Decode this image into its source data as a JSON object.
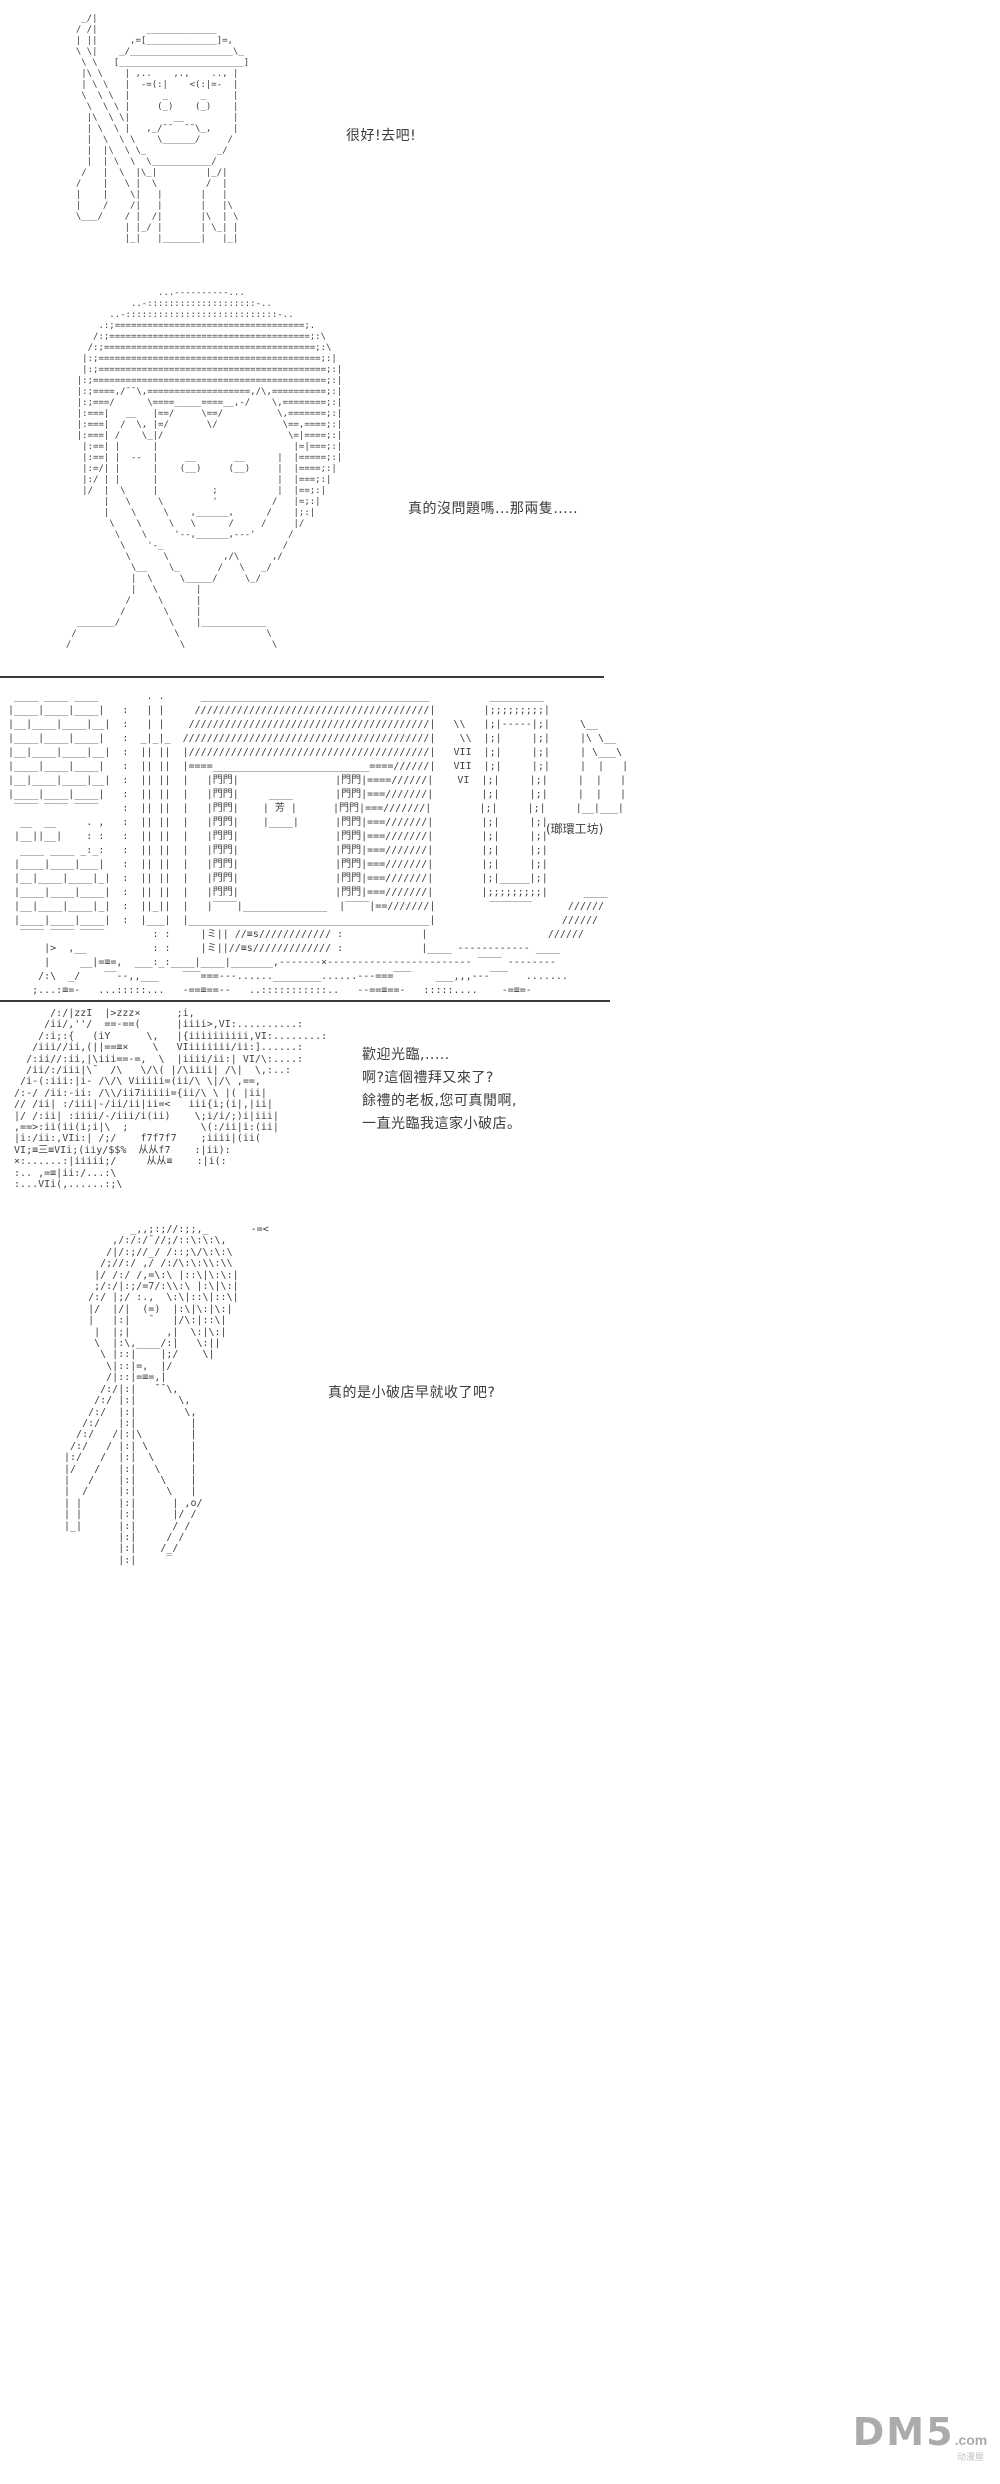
{
  "panels": {
    "p1": {
      "dialogue": "很好!去吧!",
      "art": [
        "   _/|",
        "  / /|         _____________",
        "  | ||      ,=[_____________]=,",
        "  \\ \\|    _/___________________\\_",
        "   \\ \\   [_______________________]",
        "   |\\ \\    | ,..    ,.,    .., |",
        "   | \\ \\   |  -=(:|    <(:|=-  |",
        "   \\  \\ \\  |      _      _     |",
        "    \\  \\ \\ |     (_)    (_)    |",
        "    |\\  \\ \\|        __         |",
        "    | \\  \\ |   ,_/¯¯  ¯¯\\_,    |",
        "    |  \\  \\ \\    \\______/     /",
        "    |  |\\  \\ \\_             _/",
        "    |  | \\  \\  \\___________/",
        "   /   |  \\  |\\_|         |_/|",
        "  /    |   \\ |  \\         /  |",
        "  |    |    \\|   |       |   |",
        "  |    /    /|   |       |   |\\",
        "  \\___/    / |  /|       |\\  | \\",
        "           | |_/ |       | \\_| |",
        "           |_|   |_______|   |_|"
      ]
    },
    "p2": {
      "dialogue": "真的沒問題嗎...那兩隻.....",
      "art": [
        "                        ...----------...",
        "                   ..-::::::::::::::::::::-..",
        "               ..-::::::::::::::::::::::::::::-..",
        "             .:;===================================;.",
        "            /:;=====================================;:\\",
        "           /:;=======================================;:\\",
        "          |:;=========================================;:|",
        "          |:;==========================================;:|",
        "         |:;===========================================;:|",
        "         |:;====,/¯¯\\,===================,/\\,==========;:|",
        "         |:;===/      \\====_____====__,-/    \\,========;:|",
        "         |:===|   __   |==/     \\==/          \\,=======;:|",
        "         |:===|  /  \\, |=/       \\/            \\==,====;:|",
        "         |:===| /    \\_|/                       \\=|====;:|",
        "          |:==| |      |                         |=|===;:|",
        "          |:==| |  --  |     __       __      |  |=====;:|",
        "          |:=/| |      |    (__)     (__)     |  |====;:|",
        "          |:/ | |      |                      |  |===;:|",
        "          |/  |  \\     |          ;           |  |==;:|",
        "              |   \\     \\         '          /   |=;:|",
        "              |    \\     \\    ,______,      /    |;:|",
        "               \\    \\     \\   \\      /     /     |/",
        "                \\    \\     '--,______,---'      /",
        "                 \\    '-_                      /",
        "                  \\      \\          ,/\\      ,/",
        "                   \\__    \\_       /   \\   _/",
        "                   |  \\     \\_____/     \\_/",
        "                   |   \\       |",
        "                  /     \\      |",
        "                 /       \\     |",
        "         _______/         \\    |____________",
        "        /                  \\                \\",
        "       /                    \\                \\"
      ]
    },
    "p3": {
      "label": "(瑯環工坊)",
      "art": [
        "  ____ ____ ____        . .      ______________________________________          _________",
        " |____|____|____|   :   | |     ///////////////////////////////////////|        |;;;;;;;;;|",
        " |__|____|____|__|  :   | |    ////////////////////////////////////////|   \\\\   |;|-----|;|     \\__",
        " |____|____|____|   :  _|_|_  /////////////////////////////////////////|    \\\\  |;|     |;|     |\\ \\__",
        " |__|____|____|__|  :  || ||  |////////////////////////////////////////|   VII  |;|     |;|     | \\___\\",
        " |____|____|____|   :  || ||  |====__________________________====//////|   VII  |;|     |;|     |  |   |",
        " |__|____|____|__|  :  || ||  |   |門門|                |門門|====//////|    VI  |;|     |;|     |  |   |",
        " |____|____|____|   :  || ||  |   |門門|     ____       |門門|===///////|        |;|     |;|     |  |   |",
        "  ‾‾‾‾ ‾‾‾‾ ‾‾‾‾    :  || ||  |   |門門|    | 芳 |      |門門|===///////|        |;|     |;|     |__|___|",
        "   __  __     . ,   :  || ||  |   |門門|    |____|      |門門|===///////|        |;|     |;|",
        "  |__||__|    : :   :  || ||  |   |門門|                |門門|===///////|        |;|     |;|",
        "   ____ ____ _:_:   :  || ||  |   |門門|                |門門|===///////|        |;|     |;|",
        "  |____|____|___|   :  || ||  |   |門門|                |門門|===///////|        |;|     |;|",
        "  |__|____|____|_|  :  || ||  |   |門門|                |門門|===///////|        |;|_____|;|",
        "  |____|____|____|  :  || ||  |   |門門|                |門門|===///////|        |;;;;;;;;;|      ____",
        "  |__|____|____|_|  :  ||_||  |   |‾‾‾‾|______________  |‾‾‾‾|==///////|         ‾‾‾‾‾‾‾      //////",
        "  |____|____|____|  :  |___|  |________________________________________|                     //////",
        "   ‾‾‾‾ ‾‾‾‾ ‾‾‾‾        : :     |ミ|| //≡s//////////// :             |                    //////",
        "       |>  ,__           : :     |ミ||//≡s///////////// :             |____ ------------ ____",
        "       |     __|=≡=,  ___:_:____|____|_______,-------×------------------------ ‾‾‾‾ --------",
        "      /:\\  _/    ‾‾--,,___    ‾‾‾===---......________......---===‾‾‾    ___,,,---‾‾‾   .......",
        "     ;...:≡=-   ...:::::...   -==≡==--   ..:::::::::::..   --==≡==-   :::::....    -=≡=-"
      ]
    },
    "p4": {
      "dialogue_lines": [
        "歡迎光臨,.....",
        "啊?這個禮拜又來了?",
        "餘禮的老板,您可真閒啊,",
        "一直光臨我這家小破店。"
      ],
      "art": [
        "        /:/|zzI  |>zzz×      ;i,",
        "       /ii/,''/  ==-==(      |iiii>,VI:..........:",
        "      /:i;:{   (iY      \\,   |{iiiiiiiiii,VI:........:",
        "     /iii//ii,(||==≡×    \\   VIiiiiiii/ii:]......:",
        "    /:ii//:ii,|\\iii==-=,  \\  |iiii/ii:| VI/\\:....:",
        "    /ii/:/iii|\\¯  /\\   \\/\\( |/\\iiii| /\\|  \\,:..:",
        "   /i-(:iii:|i- /\\/\\ Viiiii=(ii/\\ \\|/\\ ,==,",
        "  /:-/ /ii:-ii: /\\\\/ii7iiiii={ii/\\ \\ |( |ii|",
        "  // /ii| :/iii|-/ii/ii|ii=<   iii{i;(i|,|ii|",
        "  |/ /:ii| :iiii/-/iii/i(ii)    \\;i/i/;)i|iii|",
        "  ,==>:ii(ii(i;i|\\  ;            \\(:/ii|i:(ii|",
        "  |i:/ii:,VIi:| /;/    f7f7f7    ;iiii|(ii(",
        "  VI;≡三≡VIi;(iiy/$$%  从从f7    :|ii):",
        "  ×:......:|iiiii;/     从从≡    :|i(:",
        "  :.. ,=≡|ii:/...:\\",
        "  :...VIi(,......:;\\"
      ]
    },
    "p5": {
      "dialogue": "真的是小破店早就收了吧?",
      "art": [
        "            _,,;:;//:;;,_       -=<",
        "         ,/:/:/¯//;/::\\:\\:\\,",
        "        /|/:;//_/ /::;\\/\\:\\:\\",
        "       /;//:/ ,/ /:/\\:\\:\\\\:\\\\",
        "      |/ /:/ /,=\\:\\ |::\\|\\:\\:|",
        "      ;/:/|:;/=7/:\\\\:\\ |:\\|\\:|",
        "     /:/ |;/ :.,  \\:\\|::\\|::\\|",
        "     |/  |/|  (=)  |:\\|\\:|\\:|",
        "     |   |:|   ¯   |/\\:|::\\|",
        "      |  |;|      ,|  \\:|\\:|",
        "      \\  |:\\,____/:|   \\:||",
        "       \\ |::|    |;/    \\|",
        "        \\|::|=,  |/",
        "        /|::|=≡=,|",
        "       /:/|:|   ¯¯\\,",
        "      /:/ |:|       \\,",
        "     /:/  |:|        \\,",
        "    /:/   |:|         |",
        "   /:/   /|:|\\        |",
        "  /:/   / |:| \\       |",
        " |:/   /  |:|  \\      |",
        " |/   /   |:|   \\     |",
        " |   /    |:|    \\    |",
        " |  /     |:|     \\   |",
        " | |      |:|      | ,o/",
        " | |      |:|      |/ /",
        " |_|      |:|      / /",
        "          |:|     / /",
        "          |:|    /_/",
        "          |:|     ‾"
      ]
    }
  },
  "watermark": {
    "brand": "DM5",
    "tld": ".com",
    "subtext": "动漫屋"
  }
}
